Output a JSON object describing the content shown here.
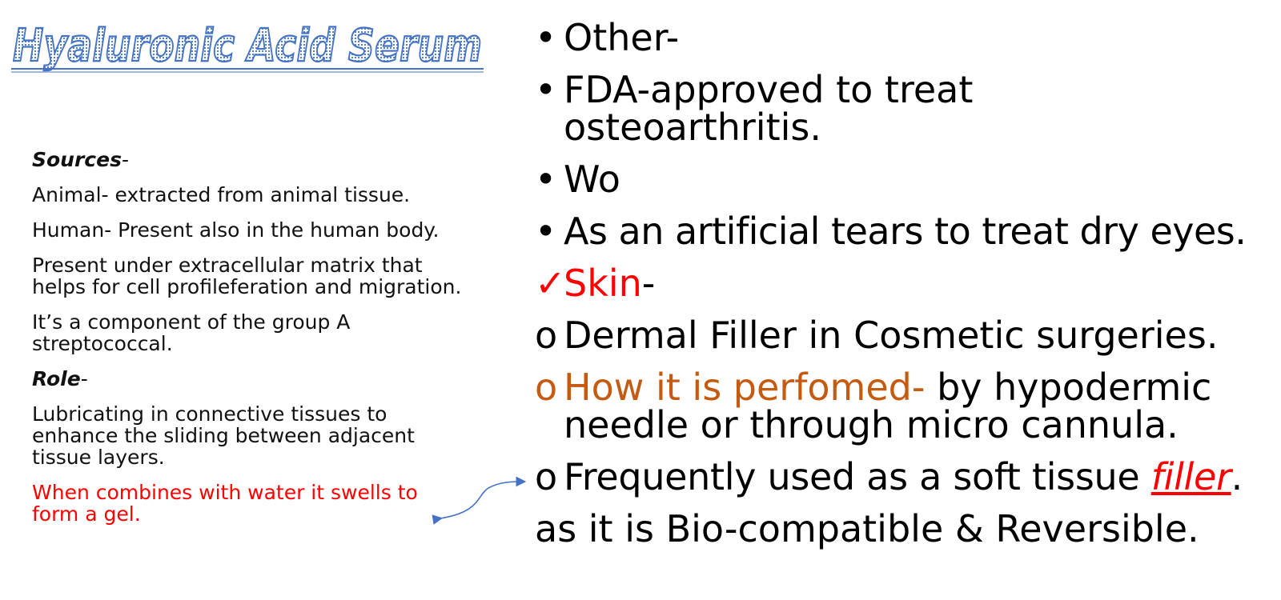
{
  "title": "Hyaluronic Acid Serum",
  "left": {
    "sources_heading": "Sources",
    "sources_dash": "-",
    "items": [
      "Animal- extracted from animal tissue.",
      "Human- Present also in the human body.",
      "Present  under extracellular matrix that helps for cell profileferation and migration.",
      "It’s a component of the group A streptococcal."
    ],
    "role_heading": "Role",
    "role_dash": "-",
    "role_item": "Lubricating in connective tissues to enhance the sliding between adjacent tissue layers.",
    "red_item": "When combines with water it swells to form a gel."
  },
  "right": {
    "bullet_glyph": "•",
    "check_glyph": "✓",
    "circle_glyph": "o",
    "b1": "Other-",
    "b2": "FDA-approved  to treat osteoarthritis.",
    "b3": "Wo",
    "b4": "As an artificial tears to treat dry eyes.",
    "skin": "Skin",
    "skin_dash": "-",
    "o1": "Dermal Filler in Cosmetic surgeries.",
    "o2_colored": "How it is perfomed-",
    "o2_rest": " by hypodermic needle or through micro cannula.",
    "o3_pre": "Frequently used as a soft tissue ",
    "o3_word": "filler",
    "o3_post": ".",
    "last": "as it is Bio-compatible & Reversible."
  },
  "colors": {
    "title_blue": "#4472c4",
    "red": "#ff0000",
    "orange": "#c55a11",
    "arrow_blue": "#4472c4"
  }
}
